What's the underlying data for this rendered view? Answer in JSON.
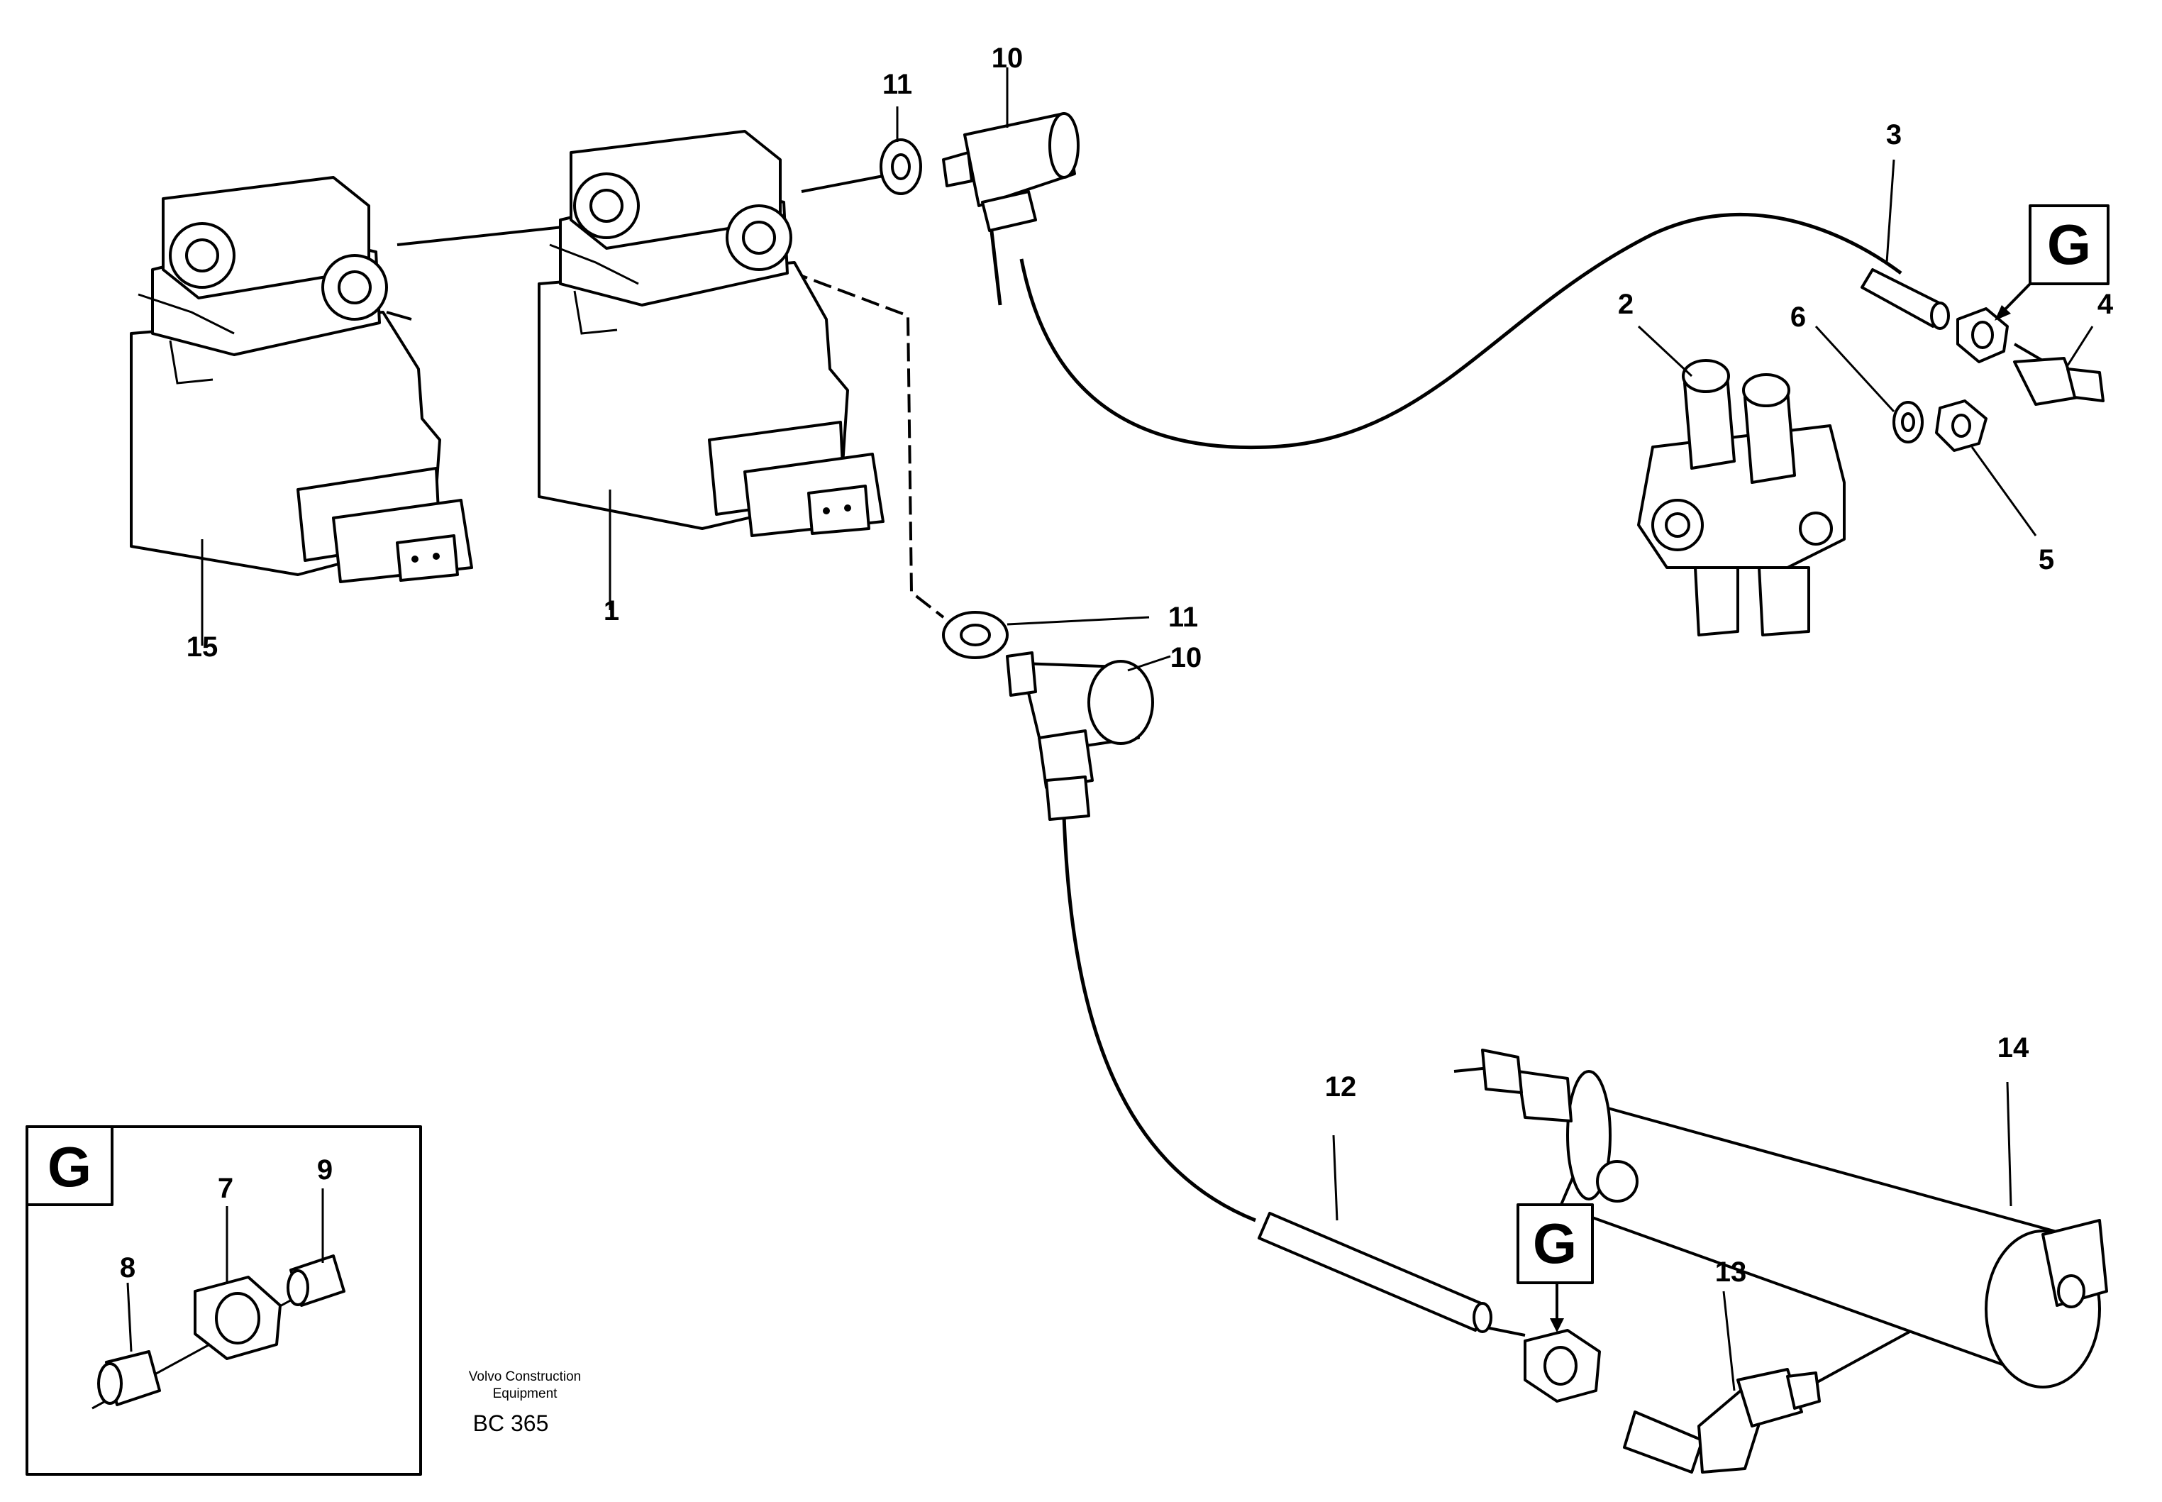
{
  "callouts": {
    "c1": "1",
    "c2": "2",
    "c3": "3",
    "c4": "4",
    "c5": "5",
    "c6": "6",
    "c7": "7",
    "c8": "8",
    "c9": "9",
    "c10a": "10",
    "c10b": "10",
    "c11a": "11",
    "c11b": "11",
    "c12": "12",
    "c13": "13",
    "c14": "14",
    "c15": "15"
  },
  "detail_markers": {
    "top_right": "G",
    "bottom_center": "G",
    "inset": "G"
  },
  "credit": {
    "line1": "Volvo Construction",
    "line2": "Equipment",
    "code": "BC 365"
  }
}
